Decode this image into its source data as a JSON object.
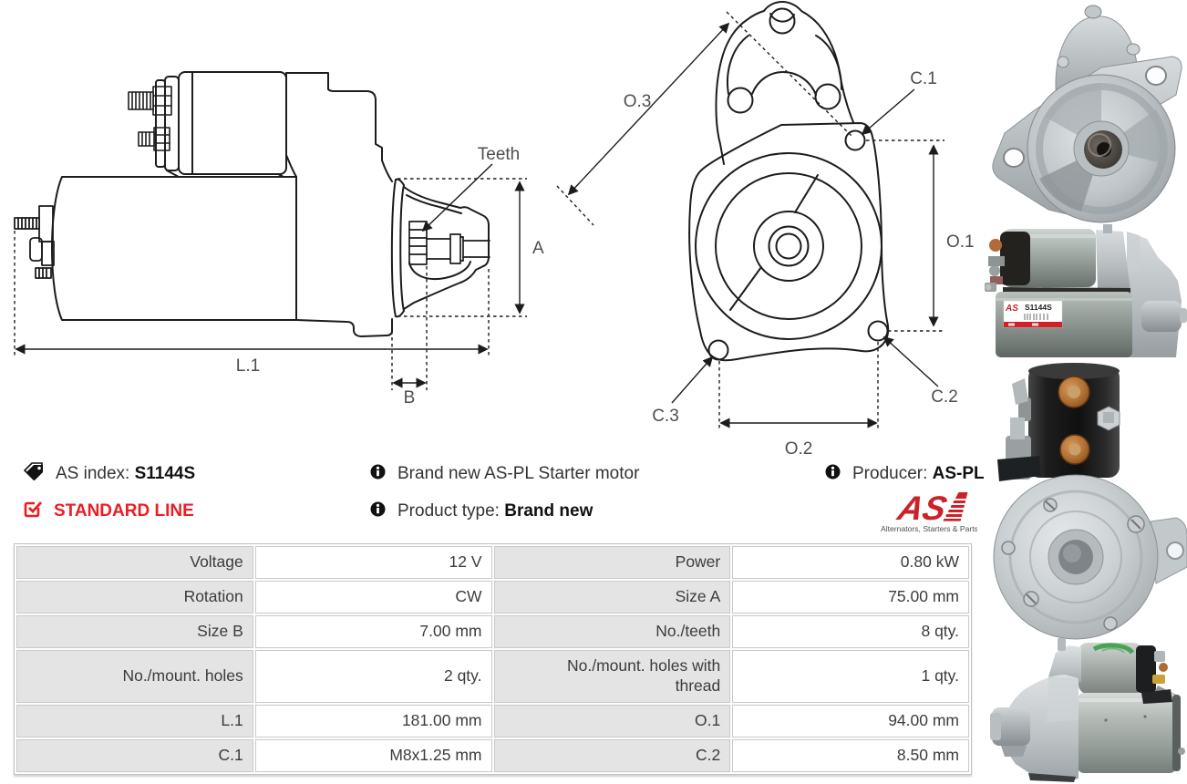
{
  "info": {
    "as_index_label": "AS index:",
    "as_index_value": "S1144S",
    "standard_line": "STANDARD LINE",
    "brand_new_text": "Brand new AS-PL Starter motor",
    "product_type_label": "Product type:",
    "product_type_value": "Brand new",
    "producer_label": "Producer:",
    "producer_value": "AS-PL",
    "logo": {
      "text": "AS",
      "tagline": "Alternators, Starters & Parts"
    }
  },
  "drawings": {
    "side_view": {
      "labels": {
        "teeth": "Teeth",
        "a": "A",
        "l1": "L.1",
        "b": "B"
      }
    },
    "front_view": {
      "labels": {
        "o1": "O.1",
        "o2": "O.2",
        "o3": "O.3",
        "c1": "C.1",
        "c2": "C.2",
        "c3": "C.3"
      }
    }
  },
  "photos": {
    "side_label": {
      "brand": "AS",
      "code": "S1144S"
    }
  },
  "table": {
    "rows": [
      {
        "cells": [
          "Voltage",
          "12 V",
          "Power",
          "0.80 kW"
        ]
      },
      {
        "cells": [
          "Rotation",
          "CW",
          "Size A",
          "75.00 mm"
        ]
      },
      {
        "cells": [
          "Size B",
          "7.00 mm",
          "No./teeth",
          "8 qty."
        ]
      },
      {
        "cells": [
          "No./mount. holes",
          "2 qty.",
          "No./mount. holes with thread",
          "1 qty."
        ]
      },
      {
        "cells": [
          "L.1",
          "181.00 mm",
          "O.1",
          "94.00 mm"
        ]
      },
      {
        "cells": [
          "C.1",
          "M8x1.25 mm",
          "C.2",
          "8.50 mm"
        ]
      }
    ]
  },
  "colors": {
    "accent_red": "#ed1c24",
    "logo_red": "#cb2229",
    "line": "#1c1c1c",
    "dim_label": "#4e4e52",
    "table_label_bg": "#e4e4e4",
    "table_border": "#c9c9c9"
  }
}
